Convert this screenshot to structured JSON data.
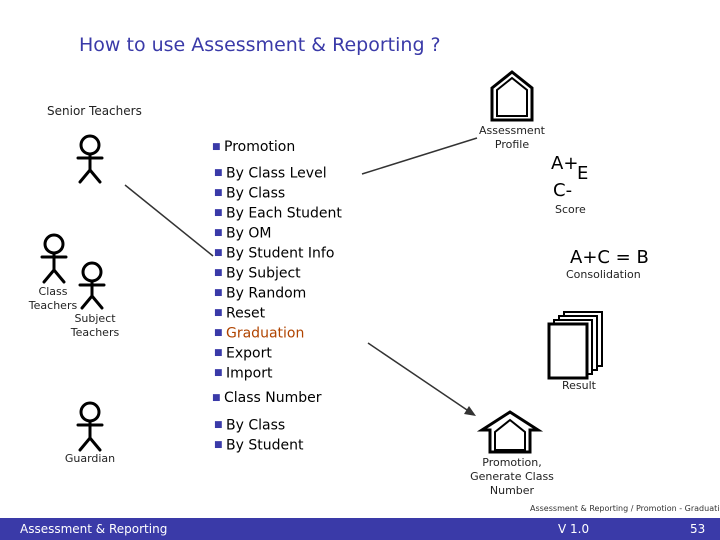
{
  "title": "How to use Assessment & Reporting ?",
  "roles": {
    "senior": "Senior Teachers",
    "class": "Class Teachers",
    "subject": "Subject Teachers",
    "guardian": "Guardian"
  },
  "promotion": {
    "heading": "Promotion",
    "items": [
      "By Class Level",
      "By Class",
      "By Each Student",
      "By OM",
      "By Student Info",
      "By Subject",
      "By Random",
      "Reset",
      "Graduation",
      "Export",
      "Import"
    ],
    "highlighted": "Graduation"
  },
  "class_number": {
    "heading": "Class Number",
    "items": [
      "By Class",
      "By Student"
    ]
  },
  "assessment_profile": "Assessment Profile",
  "grades": {
    "a_plus": "A+",
    "e": "E",
    "c_minus": "C-",
    "score": "Score",
    "formula": "A+C = B",
    "consolidation": "Consolidation",
    "result": "Result"
  },
  "promotion_box": "Promotion, Generate Class Number",
  "footnote": "Assessment & Reporting / Promotion - Graduation",
  "footer": {
    "left": "Assessment & Reporting",
    "center": "V 1.0",
    "page": "53"
  },
  "colors": {
    "title": "#3a3aa8",
    "footer_bg": "#3a3aa8",
    "accent_item": "#b04400"
  }
}
